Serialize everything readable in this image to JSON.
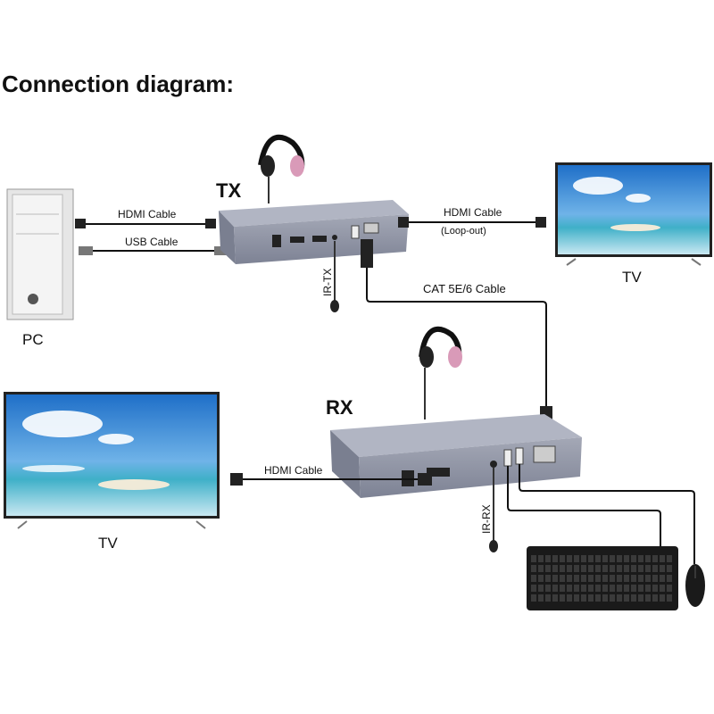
{
  "title": "Connection diagram:",
  "devices": {
    "tx": "TX",
    "rx": "RX",
    "pc": "PC",
    "tv_right": "TV",
    "tv_left": "TV"
  },
  "cables": {
    "hdmi_pc": "HDMI Cable",
    "usb_pc": "USB Cable",
    "hdmi_loop": "HDMI Cable",
    "loop_out": "(Loop-out)",
    "cat": "CAT 5E/6 Cable",
    "hdmi_rx": "HDMI Cable",
    "ir_tx": "IR-TX",
    "ir_rx": "IR-RX"
  },
  "colors": {
    "device": "#8a8fa0",
    "cable": "#111111",
    "headphone_accent": "#d99ab8",
    "screen_sky": "#2e7fd0"
  }
}
